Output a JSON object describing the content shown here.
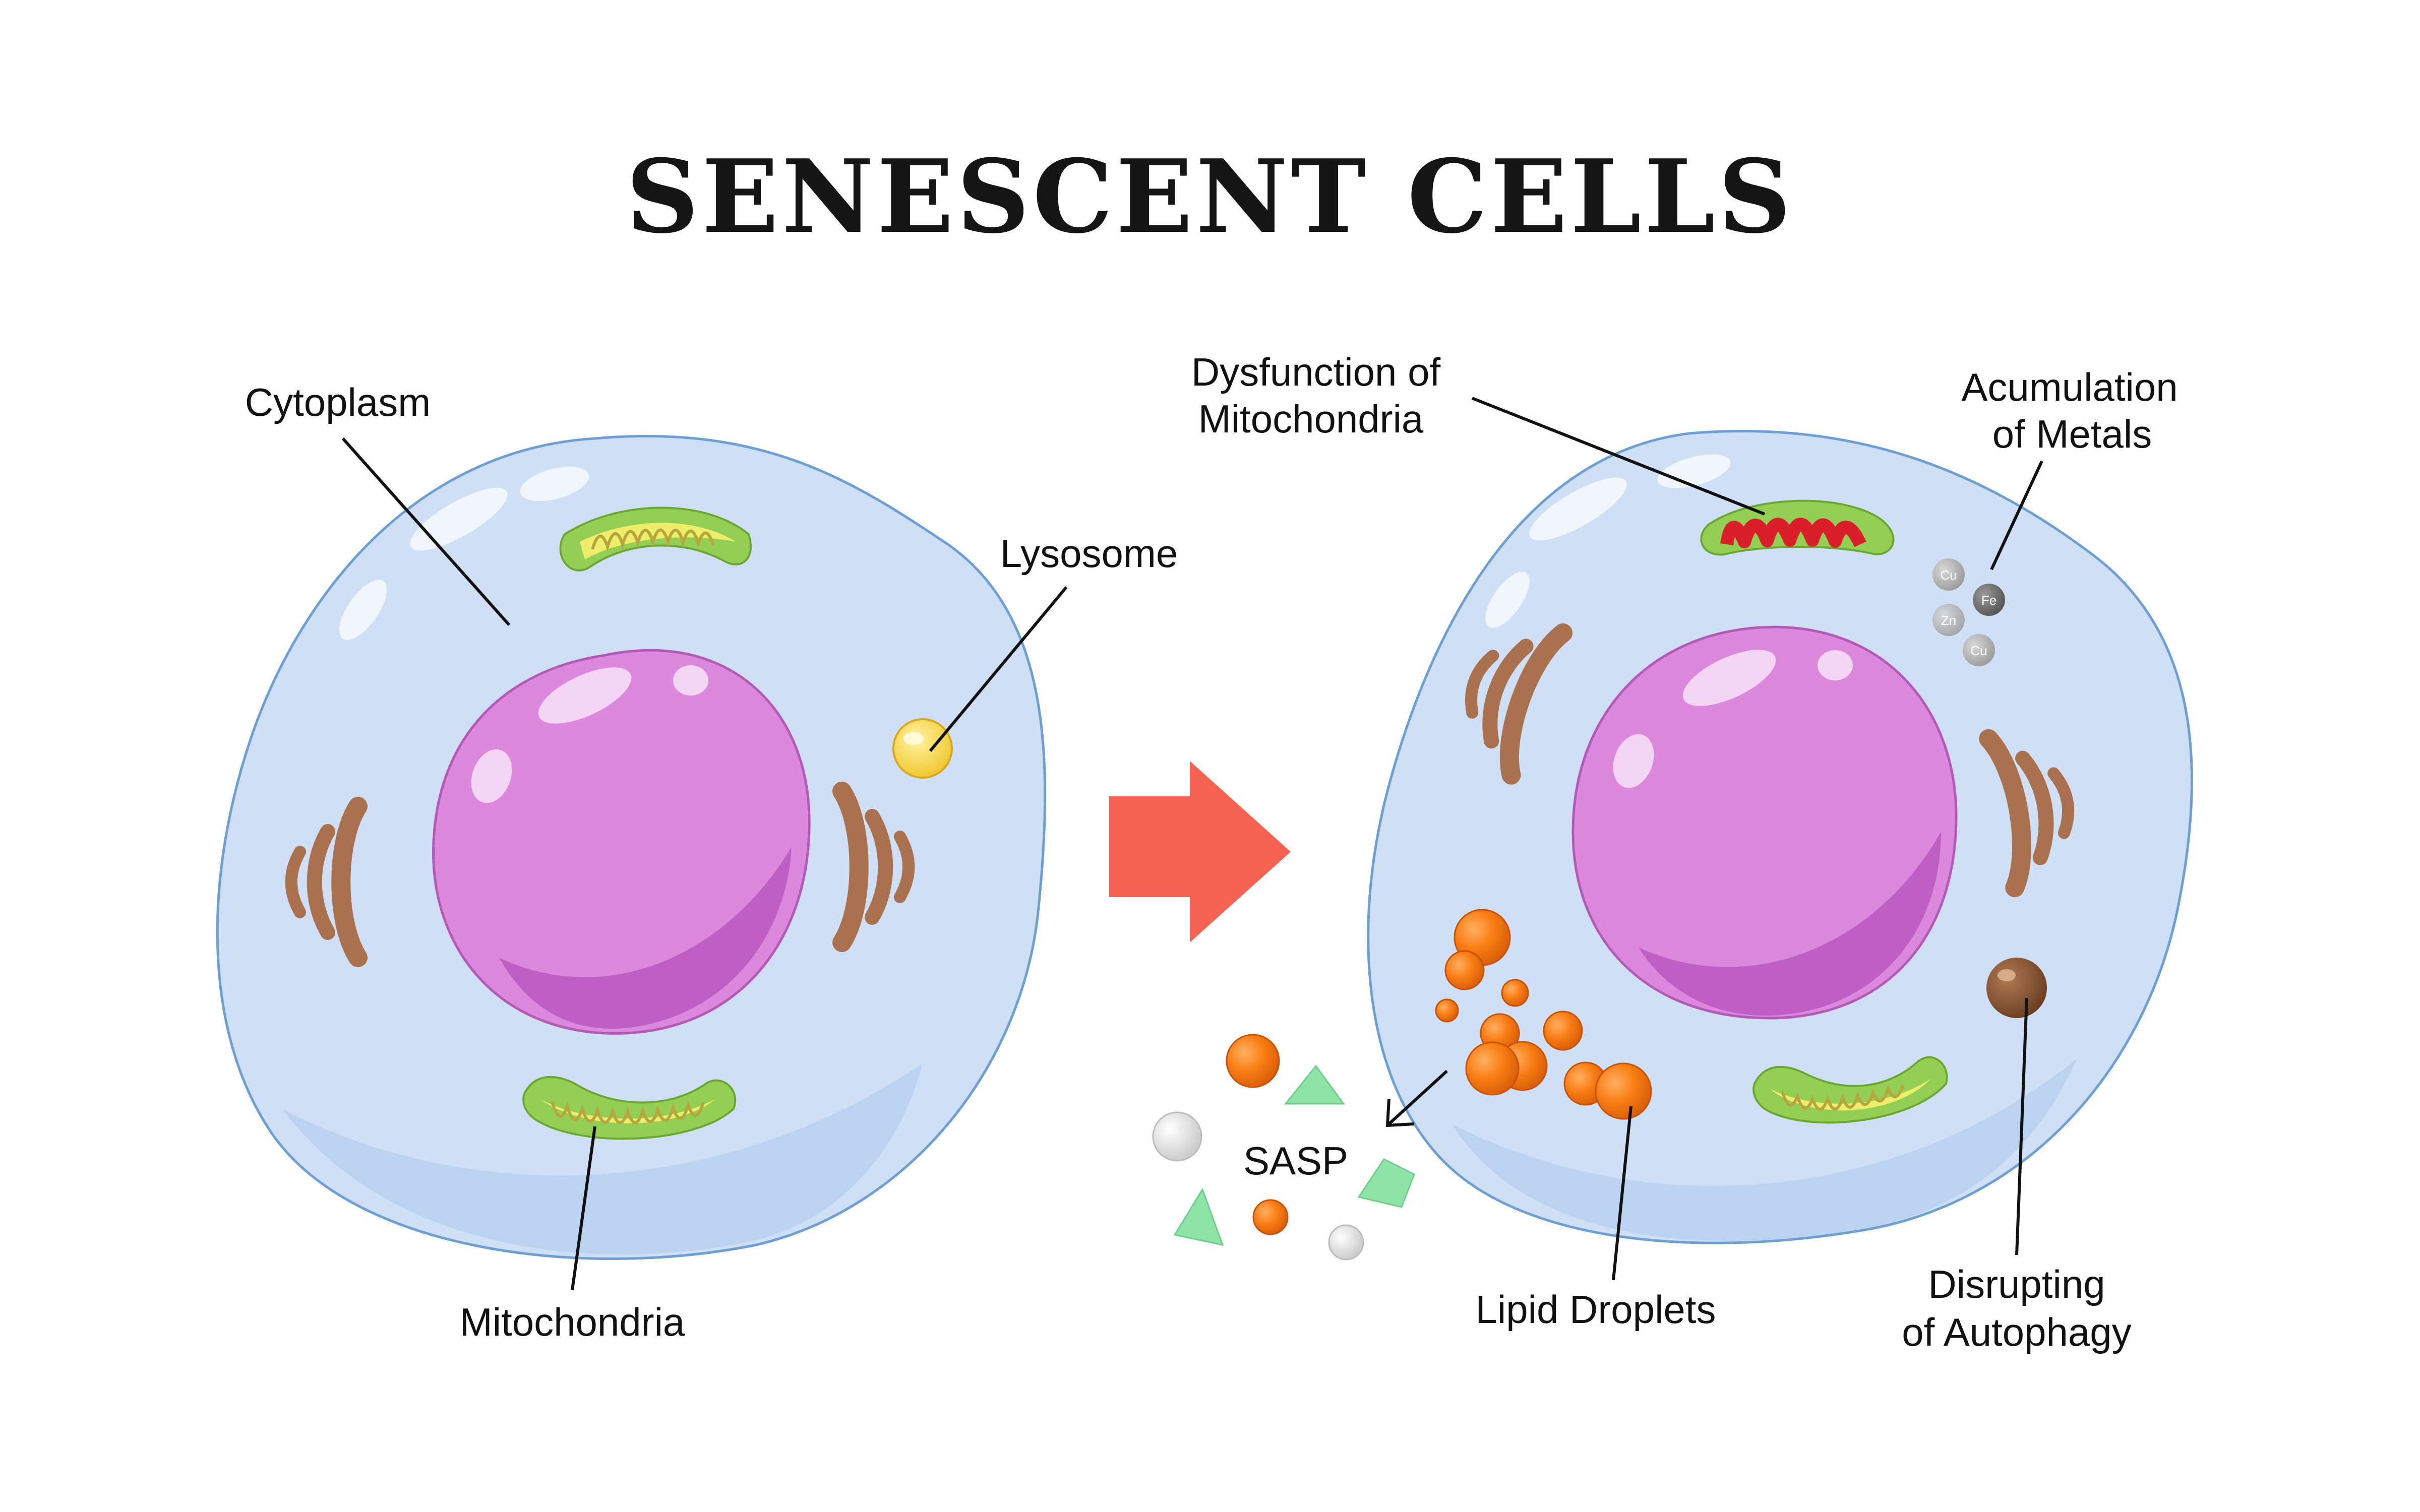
{
  "title": "SENESCENT CELLS",
  "labels": {
    "cytoplasm": "Cytoplasm",
    "lysosome": "Lysosome",
    "mitochondria": "Mitochondria",
    "dysfunction_line1": "Dysfunction of",
    "dysfunction_line2": "Mitochondria",
    "metals_line1": "Acumulation",
    "metals_line2": "of Metals",
    "sasp": "SASP",
    "lipid_droplets": "Lipid Droplets",
    "autophagy_line1": "Disrupting",
    "autophagy_line2": "of Autophagy"
  },
  "metals": [
    "Cu",
    "Fe",
    "Zn",
    "Cu"
  ],
  "colors": {
    "cell_fill": "#cfe0f6",
    "cell_stroke": "#6d9fd4",
    "nucleus_fill": "#dc88dc",
    "nucleus_shade": "#bf5fc5",
    "mito_outer": "#93cf55",
    "mito_inner": "#efee6b",
    "mito_damaged": "#d9202a",
    "golgi": "#a9714d",
    "lysosome": "#f5d33a",
    "lipid": "#f97e15",
    "arrow": "#f86252",
    "sasp_triangle": "#8ee4a6",
    "sasp_sphere": "#d9d9d9",
    "autophagosome": "#7b4a2b"
  }
}
